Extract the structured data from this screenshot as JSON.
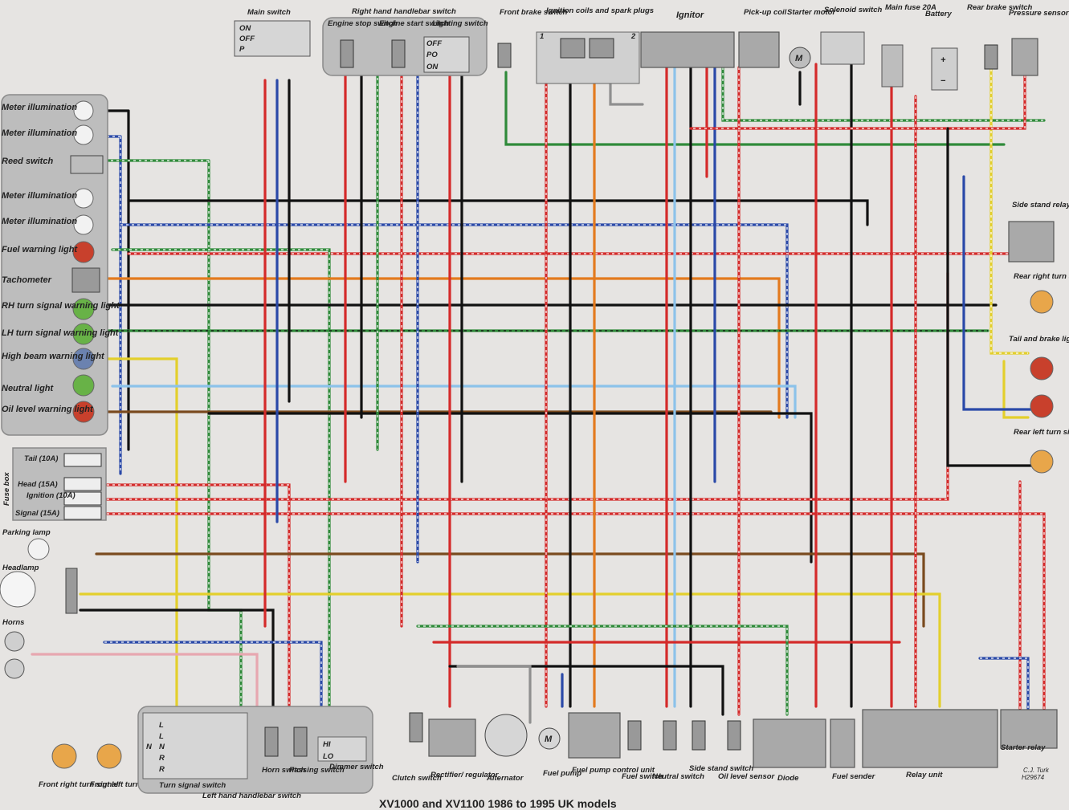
{
  "diagram": {
    "title": "XV1000 and XV1100 1986 to 1995 UK models",
    "credit_lines": [
      "C.J. Turk",
      "H29674"
    ],
    "colors": {
      "red": "#d42a2a",
      "black": "#111111",
      "blue": "#2a49a8",
      "green": "#2f8a3a",
      "brown": "#7a4a1e",
      "yellow": "#e3cf2c",
      "orange": "#e37a1e",
      "white": "#ffffff",
      "grey": "#8f8f8f",
      "sky_blue": "#8cc2ea",
      "pink": "#e7a7b0"
    },
    "labels": {
      "meter_illumination": "Meter illumination",
      "reed_switch": "Reed switch",
      "fuel_warning_light": "Fuel warning light",
      "tachometer": "Tachometer",
      "rh_turn_signal_warning_light": "RH turn signal warning light",
      "lh_turn_signal_warning_light": "LH turn signal warning light",
      "high_beam_warning_light": "High beam warning light",
      "neutral_light": "Neutral light",
      "oil_level_warning_light": "Oil level warning light",
      "fuse_box": "Fuse box",
      "fuse_tail": "Tail (10A)",
      "fuse_head": "Head (15A)",
      "fuse_ignition": "Ignition (10A)",
      "fuse_signal": "Signal (15A)",
      "parking_lamp": "Parking lamp",
      "headlamp": "Headlamp",
      "horns": "Horns",
      "front_right_turn_signal": "Front right turn signal",
      "front_left_turn_signal": "Front left turn signal",
      "turn_signal_switch": "Turn signal switch",
      "horn_switch": "Horn switch",
      "passing_switch": "Passing switch",
      "dimmer_switch": "Dimmer switch",
      "left_hand_handlebar_switch": "Left hand handlebar switch",
      "clutch_switch": "Clutch switch",
      "rectifier_regulator": "Rectifier/ regulator",
      "alternator": "Alternator",
      "fuel_pump": "Fuel pump",
      "fuel_pump_control_unit": "Fuel pump control unit",
      "fuel_switch": "Fuel switch",
      "neutral_switch": "Neutral switch",
      "side_stand_switch": "Side stand switch",
      "oil_level_sensor": "Oil level sensor",
      "diode": "Diode",
      "fuel_sender": "Fuel sender",
      "relay_unit": "Relay unit",
      "starter_relay": "Starter relay",
      "main_switch": "Main switch",
      "right_hand_handlebar_switch": "Right hand handlebar switch",
      "engine_stop_switch": "Engine stop switch",
      "engine_start_switch": "Engine start switch",
      "lighting_switch": "Lighting switch",
      "front_brake_switch": "Front brake switch",
      "ignition_coils": "Ignition coils and spark plugs",
      "ignitor": "Ignitor",
      "pickup_coil": "Pick-up coil",
      "starter_motor": "Starter motor",
      "solenoid_switch": "Solenoid switch",
      "main_fuse": "Main fuse 20A",
      "battery": "Battery",
      "rear_brake_switch": "Rear brake switch",
      "pressure_sensor": "Pressure sensor",
      "side_stand_relay": "Side stand relay",
      "rear_right_turn_signal": "Rear right turn signal",
      "tail_and_brake_lights": "Tail and brake lights",
      "rear_left_turn_signal": "Rear left turn signal"
    },
    "switch_marks": {
      "main_on": "ON",
      "main_off": "OFF",
      "main_p": "P",
      "light_off": "OFF",
      "light_po": "PO",
      "light_on": "ON",
      "ts_l": "L",
      "ts_n": "N",
      "ts_r": "R",
      "dim_hi": "HI",
      "dim_lo": "LO",
      "coil_1": "1",
      "coil_2": "2",
      "motor_m": "M",
      "bat_plus": "+",
      "bat_minus": "−"
    }
  }
}
